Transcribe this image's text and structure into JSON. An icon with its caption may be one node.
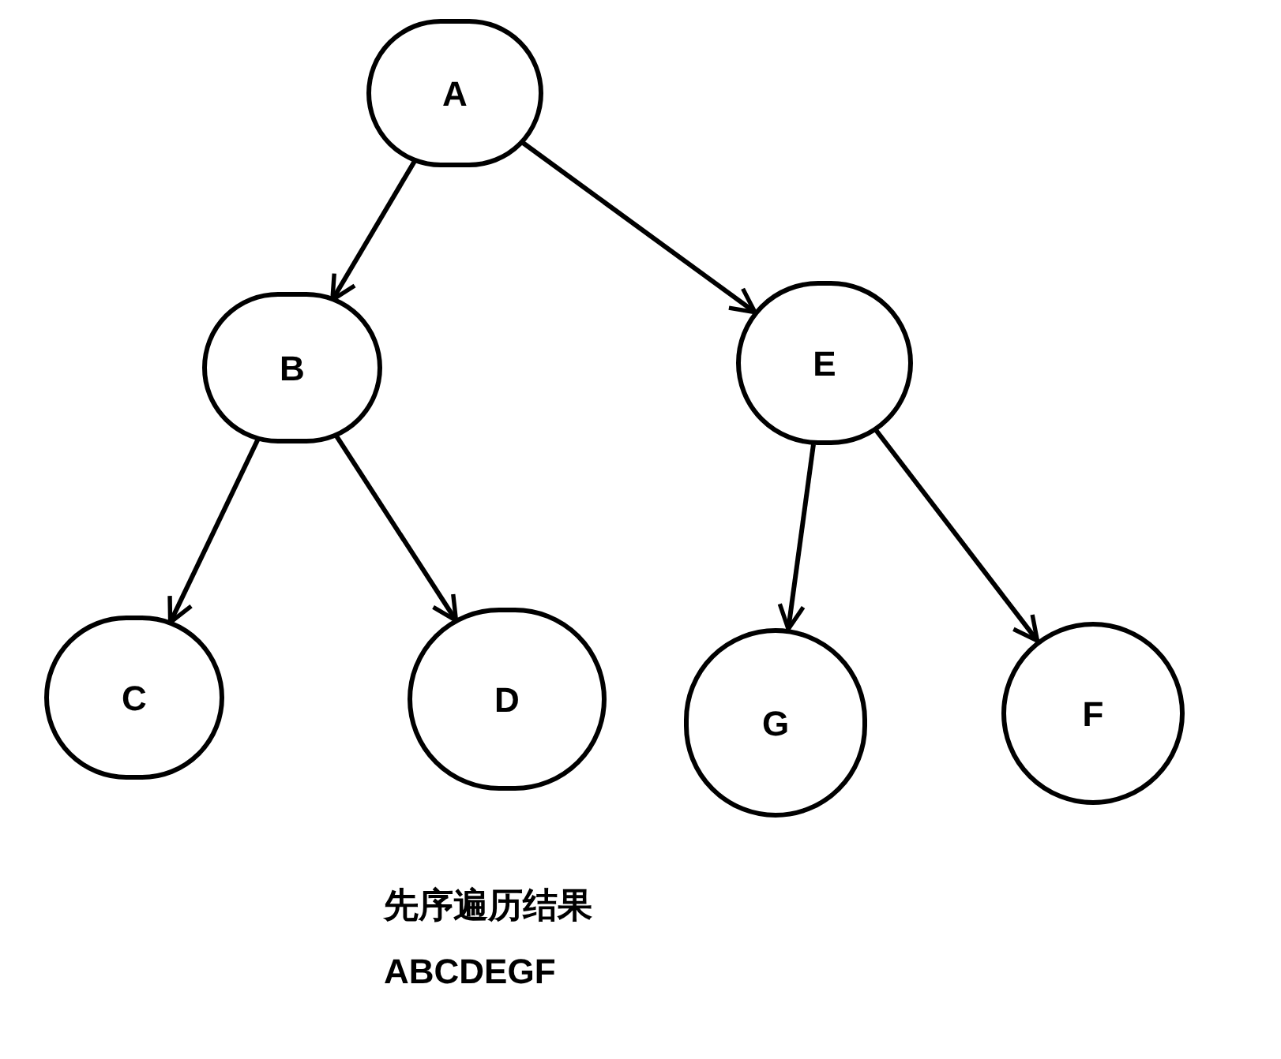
{
  "diagram": {
    "nodes": [
      {
        "text": [
          "A"
        ]
      },
      {
        "text": [
          "B"
        ]
      },
      {
        "text": [
          "E"
        ]
      },
      {
        "text": [
          "C"
        ]
      },
      {
        "text": [
          "D"
        ]
      },
      {
        "text": [
          "G"
        ]
      },
      {
        "text": [
          "F"
        ]
      }
    ],
    "edges": [
      {
        "from": 0,
        "to": 1,
        "arrow": "to"
      },
      {
        "from": 0,
        "to": 2,
        "arrow": "to"
      },
      {
        "from": 1,
        "to": 3,
        "arrow": "to"
      },
      {
        "from": 1,
        "to": 4,
        "arrow": "to"
      },
      {
        "from": 2,
        "to": 5,
        "arrow": "to"
      },
      {
        "from": 2,
        "to": 6,
        "arrow": "to"
      }
    ],
    "labels": [
      "先序遍历结果",
      "ABCDEGF"
    ]
  }
}
